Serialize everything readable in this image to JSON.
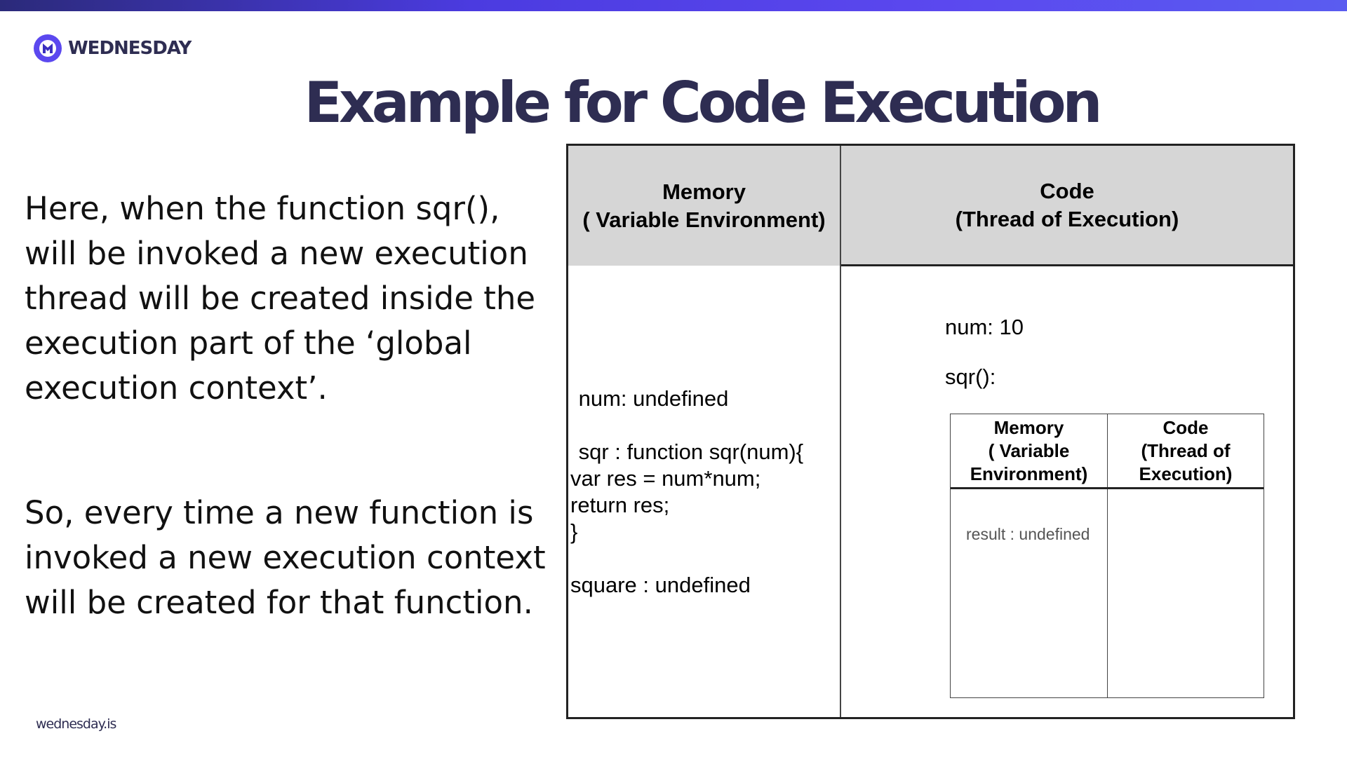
{
  "brand": {
    "name": "WEDNESDAY",
    "site": "wednesday.is"
  },
  "title": "Example for Code Execution",
  "paragraphs": [
    "Here, when the function sqr(), will be invoked a new execution thread will be created inside the execution part of the ‘global execution context’.",
    "So, every time a new function is invoked a new execution context will be created for that function."
  ],
  "global_context": {
    "memory_header": [
      "Memory",
      "( Variable Environment)"
    ],
    "code_header": [
      "Code",
      "(Thread of Execution)"
    ],
    "memory_lines": [
      " num: undefined",
      " sqr : function sqr(num){",
      "var res = num*num;",
      "return res;",
      "}",
      "square : undefined"
    ],
    "code_lines": [
      "num: 10",
      "sqr():"
    ]
  },
  "function_context": {
    "memory_header": [
      "Memory",
      "( Variable",
      "Environment)"
    ],
    "code_header": [
      "Code",
      "(Thread of",
      "Execution)"
    ],
    "memory_value": "result : undefined"
  },
  "colors": {
    "brand_dark": "#2e2d52",
    "accent": "#5b48ef",
    "header_gray": "#d6d6d6"
  }
}
